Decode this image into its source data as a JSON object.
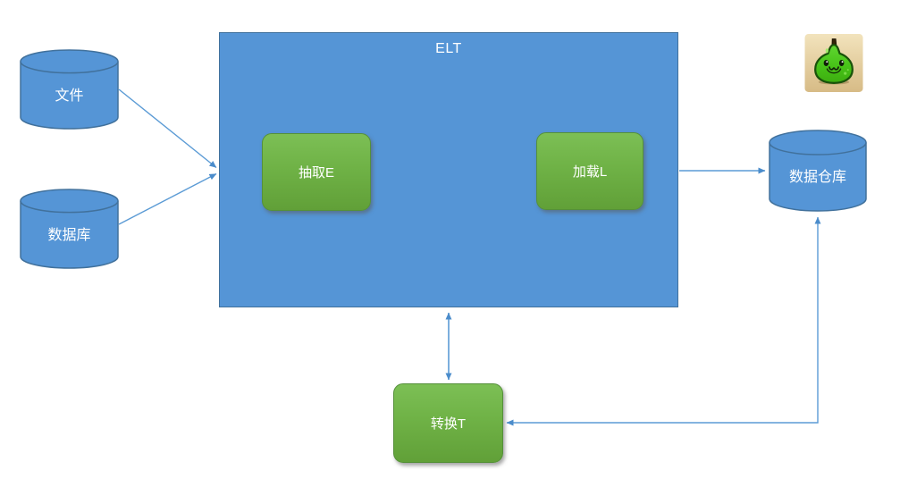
{
  "diagram": {
    "elt": {
      "label": "ELT"
    },
    "nodes": {
      "file": {
        "label": "文件",
        "shape": "cylinder"
      },
      "database": {
        "label": "数据库",
        "shape": "cylinder"
      },
      "extract": {
        "label": "抽取E",
        "shape": "rounded-rectangle"
      },
      "load": {
        "label": "加载L",
        "shape": "rounded-rectangle"
      },
      "warehouse": {
        "label": "数据仓库",
        "shape": "cylinder"
      },
      "transform": {
        "label": "转换T",
        "shape": "rounded-rectangle"
      }
    },
    "connections": [
      {
        "from": "file",
        "to": "elt",
        "arrow": "single"
      },
      {
        "from": "database",
        "to": "elt",
        "arrow": "single"
      },
      {
        "from": "elt",
        "to": "warehouse",
        "arrow": "single"
      },
      {
        "from": "elt",
        "to": "transform",
        "arrow": "double"
      },
      {
        "from": "warehouse",
        "to": "transform",
        "arrow": "double-elbow"
      }
    ],
    "icons": {
      "top_right": "pear-mascot-icon"
    },
    "colors": {
      "shape_blue": "#5595d6",
      "shape_blue_border": "#41719C",
      "green_top": "#7cbf55",
      "green_bottom": "#61a038",
      "green_border": "#55903a",
      "connector_blue": "#5b9bd5",
      "label_text": "#ffffff",
      "pear_bg_top": "#f2e3bc",
      "pear_bg_bottom": "#d7bb86",
      "pear_green": "#4ec41e"
    }
  }
}
